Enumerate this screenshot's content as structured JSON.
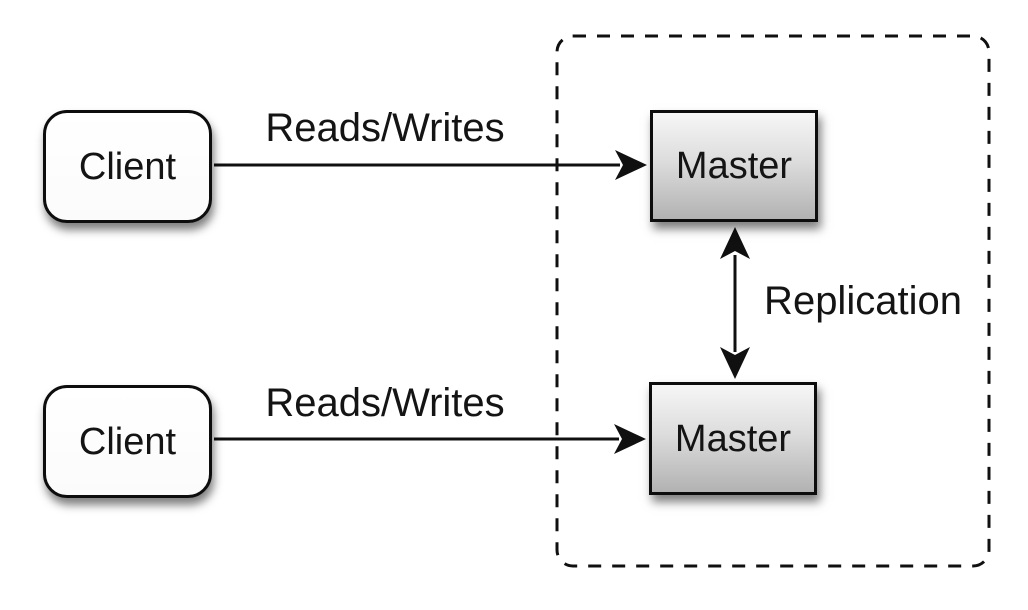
{
  "diagram": {
    "type": "architecture-diagram",
    "nodes": {
      "client_top": {
        "label": "Client"
      },
      "client_bottom": {
        "label": "Client"
      },
      "master_top": {
        "label": "Master"
      },
      "master_bottom": {
        "label": "Master"
      }
    },
    "edges": {
      "reads_writes_top": {
        "label": "Reads/Writes",
        "direction": "client_top -> master_top"
      },
      "reads_writes_bottom": {
        "label": "Reads/Writes",
        "direction": "client_bottom -> master_bottom"
      },
      "replication": {
        "label": "Replication",
        "direction": "master_top <-> master_bottom"
      }
    },
    "group": {
      "style": "dashed-rounded-rect",
      "contains": [
        "master_top",
        "master_bottom"
      ]
    },
    "colors": {
      "background": "#ffffff",
      "line": "#101010",
      "node_border": "#0d0d0d",
      "client_fill": "#ffffff",
      "master_fill_top": "#f6f6f6",
      "master_fill_bottom": "#b2b2b2",
      "text": "#141414"
    }
  }
}
